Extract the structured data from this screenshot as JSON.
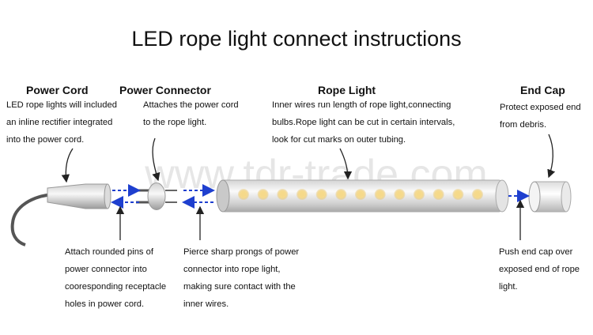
{
  "title": "LED rope light connect instructions",
  "watermark": "www.tdr-trade.com",
  "sections": {
    "power_cord": {
      "heading": "Power Cord",
      "top_lines": [
        "LED rope lights will included",
        "an inline rectifier integrated",
        "into the power cord."
      ],
      "bottom_lines": [
        "Attach rounded pins of",
        "power connector into",
        "cooresponding receptacle",
        "holes in power cord."
      ]
    },
    "power_connector": {
      "heading": "Power Connector",
      "top_lines": [
        "Attaches the power cord",
        "to the rope light."
      ],
      "bottom_lines": [
        "Pierce sharp prongs of power",
        "connector into rope light,",
        "making sure contact with the",
        "inner wires."
      ]
    },
    "rope_light": {
      "heading": "Rope Light",
      "top_lines": [
        "Inner wires run length of rope light,connecting",
        "bulbs.Rope light can be cut in certain intervals,",
        "look for cut marks on outer tubing."
      ]
    },
    "end_cap": {
      "heading": "End Cap",
      "top_lines": [
        "Protect exposed end",
        "from debris."
      ],
      "bottom_lines": [
        "Push end cap over",
        "exposed end of rope",
        "light."
      ]
    }
  },
  "colors": {
    "arrow": "#1e3fcf",
    "bulb": "#f5d98a",
    "watermark": "#e6e6e6"
  },
  "bulb_count": 13
}
